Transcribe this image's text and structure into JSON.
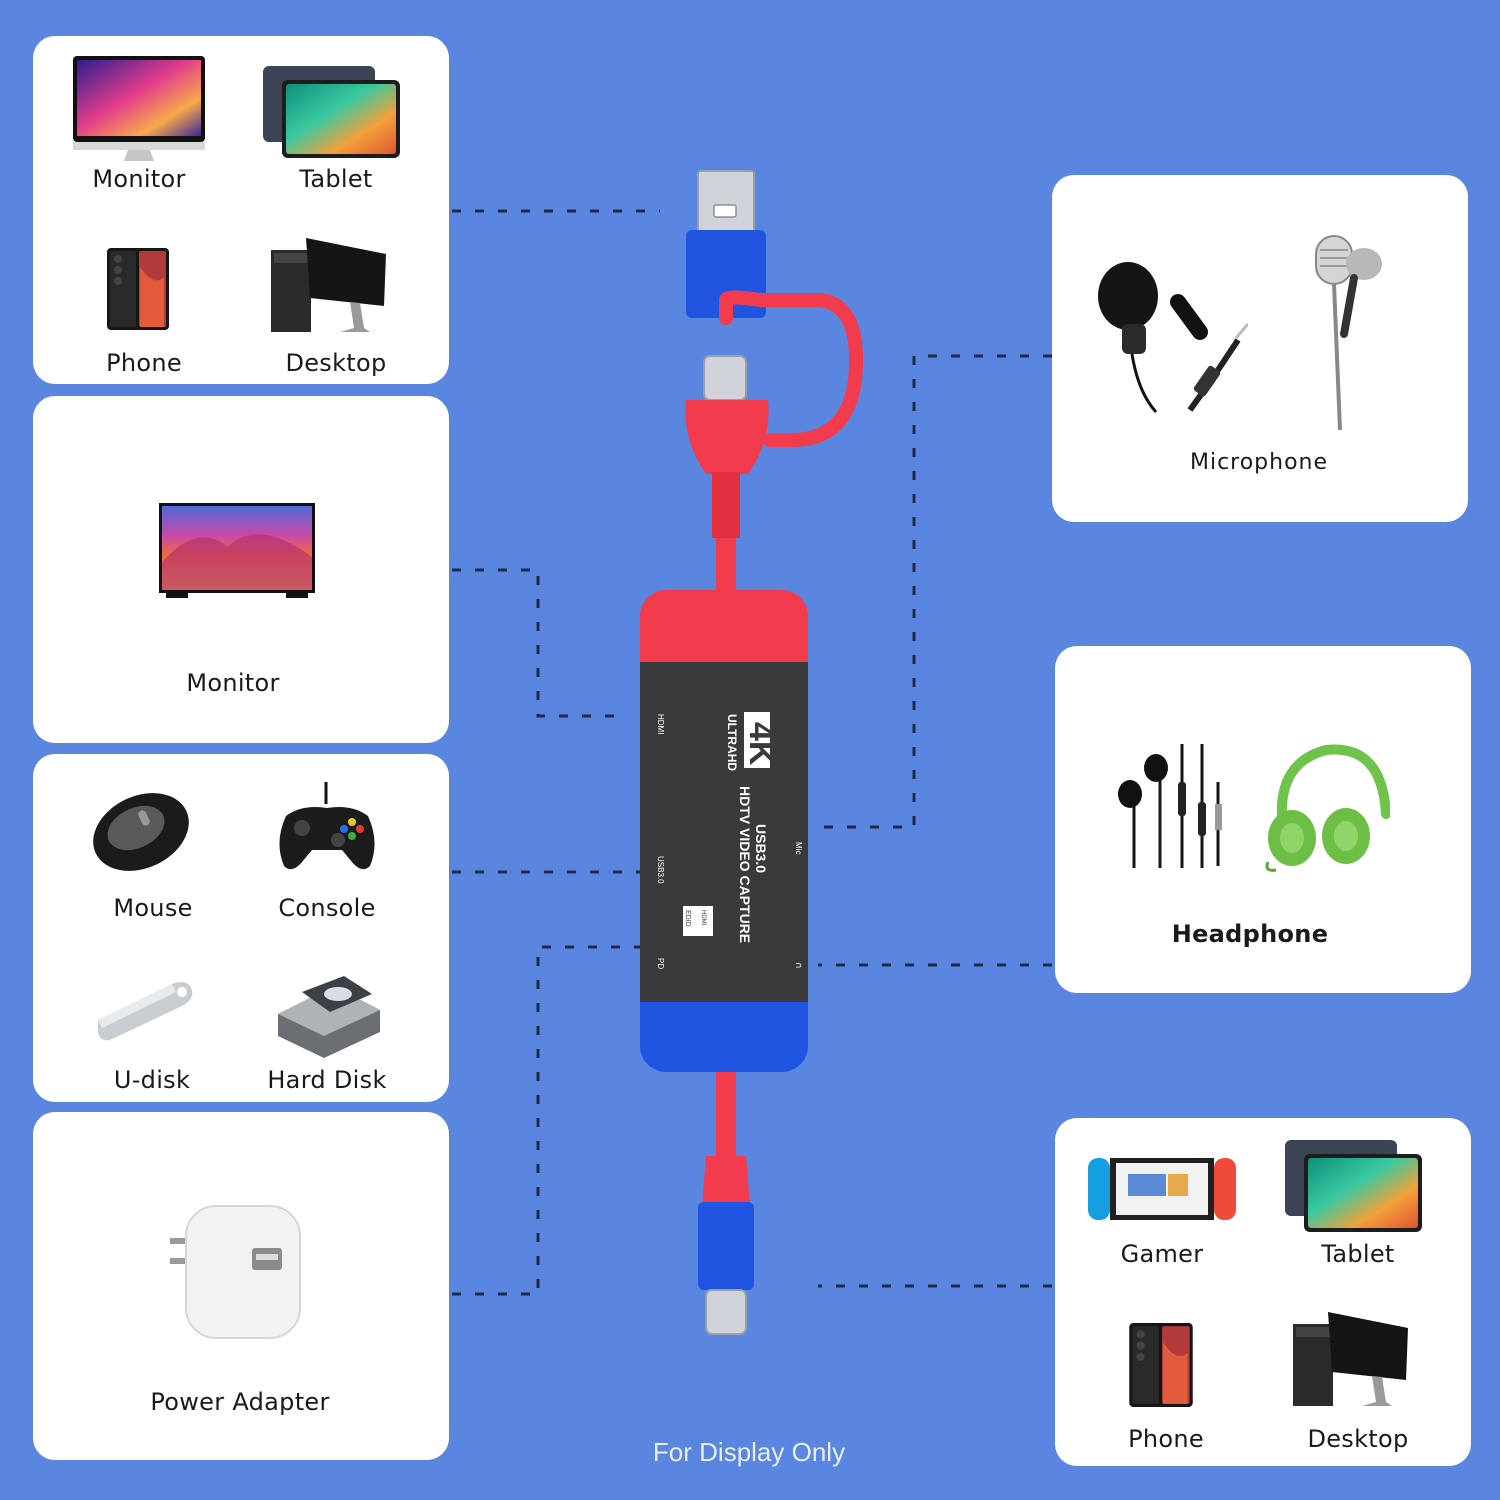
{
  "panels": {
    "source_devices": {
      "monitor": "Monitor",
      "tablet": "Tablet",
      "phone": "Phone",
      "desktop": "Desktop"
    },
    "display": {
      "monitor": "Monitor"
    },
    "peripherals": {
      "mouse": "Mouse",
      "console": "Console",
      "udisk": "U-disk",
      "hard_disk": "Hard Disk"
    },
    "power": {
      "power_adapter": "Power Adapter"
    },
    "audio_in": {
      "microphone": "Microphone"
    },
    "audio_out": {
      "headphone": "Headphone"
    },
    "target_devices": {
      "gamer": "Gamer",
      "tablet": "Tablet",
      "phone": "Phone",
      "desktop": "Desktop"
    }
  },
  "device": {
    "brand_mark": "4K",
    "line1": "ULTRAHD",
    "line2": "HDTV VIDEO CAPTURE",
    "line3": "USB3.0",
    "port_hdmi": "HDMI",
    "port_usb": "USB3.0",
    "port_pd": "PD",
    "port_mic": "Mic",
    "port_audio": "∩",
    "badge_edid": "EDID",
    "badge_hdmi": "HDMI"
  },
  "footer_note": "For Display Only",
  "colors": {
    "background": "#5b86e0",
    "panel": "#ffffff",
    "cable_red": "#f23b4c",
    "cable_blue": "#1f55e0",
    "device_body": "#3a3a3c"
  }
}
